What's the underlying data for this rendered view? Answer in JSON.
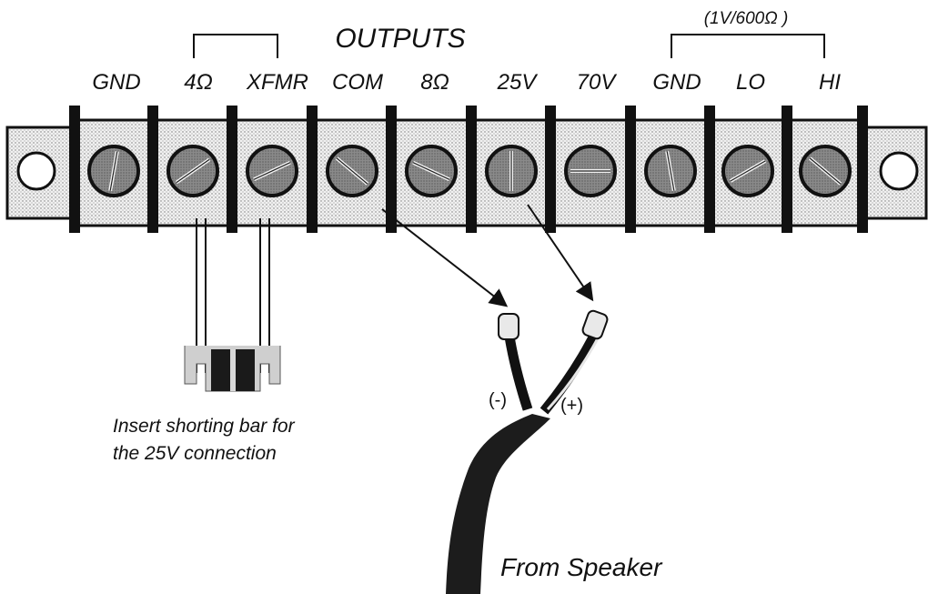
{
  "diagram": {
    "header": {
      "outputs_label": "OUTPUTS",
      "line_input_label": "(1V/600Ω )"
    },
    "terminals": [
      {
        "label": "GND"
      },
      {
        "label": "4Ω"
      },
      {
        "label": "XFMR"
      },
      {
        "label": "COM"
      },
      {
        "label": "8Ω"
      },
      {
        "label": "25V"
      },
      {
        "label": "70V"
      },
      {
        "label": "GND"
      },
      {
        "label": "LO"
      },
      {
        "label": "HI"
      }
    ],
    "shorting_bar_note": {
      "line1": "Insert shorting bar for",
      "line2": "the 25V connection"
    },
    "speaker_cable": {
      "negative_label": "(-)",
      "positive_label": "(+)",
      "source_label": "From Speaker"
    }
  }
}
